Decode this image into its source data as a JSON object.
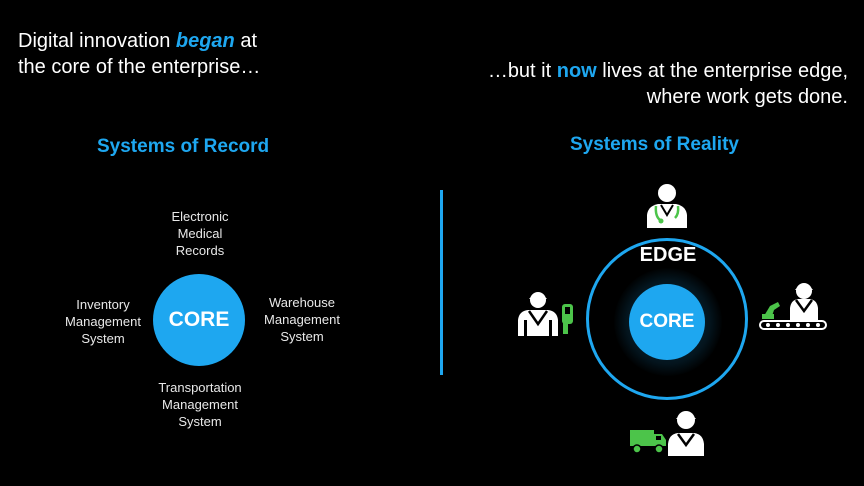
{
  "headline_left": {
    "line1_pre": "Digital innovation ",
    "line1_em": "began",
    "line1_post": " at",
    "line2": "the core of the enterprise…"
  },
  "headline_right": {
    "line1_pre": "…but it ",
    "line1_em": "now",
    "line1_post": " lives at the enterprise edge,",
    "line2": "where work gets done."
  },
  "left_section": {
    "title": "Systems of Record",
    "core_label": "CORE",
    "systems": {
      "top": "Electronic\nMedical\nRecords",
      "left": "Inventory\nManagement\nSystem",
      "right": "Warehouse\nManagement\nSystem",
      "bottom": "Transportation\nManagement\nSystem"
    }
  },
  "right_section": {
    "title": "Systems of Reality",
    "edge_label": "EDGE",
    "core_label": "CORE",
    "workers": [
      "doctor-icon",
      "scanner-worker-icon",
      "conveyor-worker-icon",
      "delivery-worker-icon"
    ]
  },
  "colors": {
    "accent": "#1ea7f0",
    "icon_green": "#4cc44a",
    "background": "#000000"
  }
}
